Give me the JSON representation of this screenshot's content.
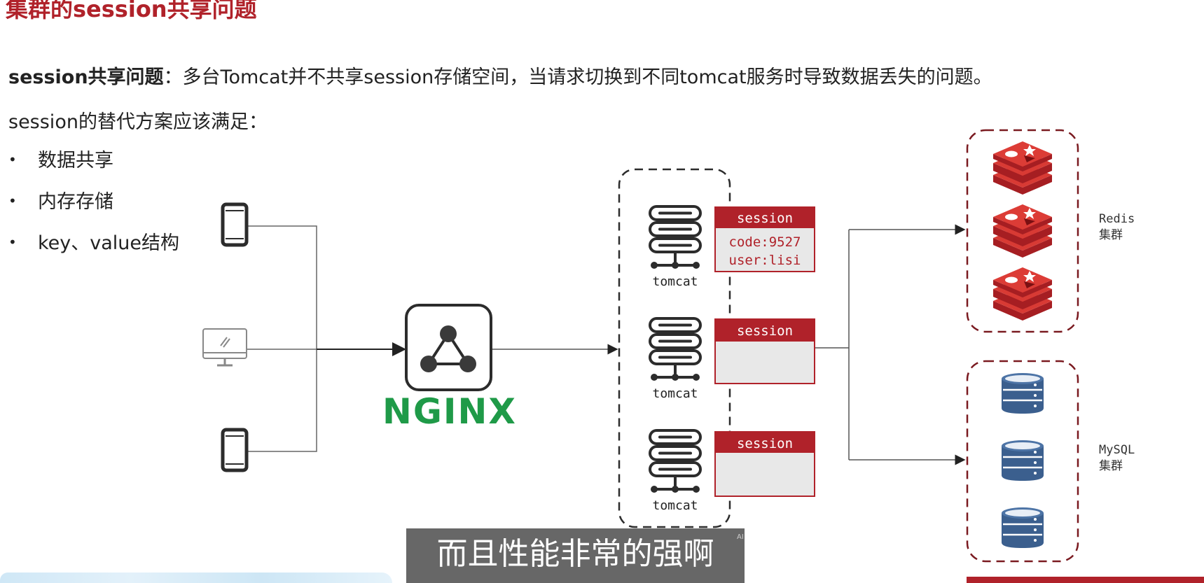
{
  "header": {
    "title": "集群的session共享问题"
  },
  "content": {
    "problem_label": "session共享问题",
    "problem_text": "：多台Tomcat并不共享session存储空间，当请求切换到不同tomcat服务时导致数据丢失的问题。",
    "requirement_intro": "session的替代方案应该满足：",
    "bullets": [
      "数据共享",
      "内存存储",
      "key、value结构"
    ]
  },
  "diagram": {
    "nginx_label": "NGINX",
    "tomcat_label": "tomcat",
    "session_header": "session",
    "session_line1": "code:9527",
    "session_line2": "user:lisi",
    "redis_label_1": "Redis",
    "redis_label_2": "集群",
    "mysql_label_1": "MySQL",
    "mysql_label_2": "集群"
  },
  "overlay": {
    "subtitle": "而且性能非常的强啊",
    "ai_mark": "AI"
  },
  "colors": {
    "accent_red": "#b0222a",
    "redis_red": "#c8282d",
    "mysql_blue": "#3b5f8e",
    "nginx_green": "#1f9a48",
    "dark_icon": "#2c2c2c"
  }
}
